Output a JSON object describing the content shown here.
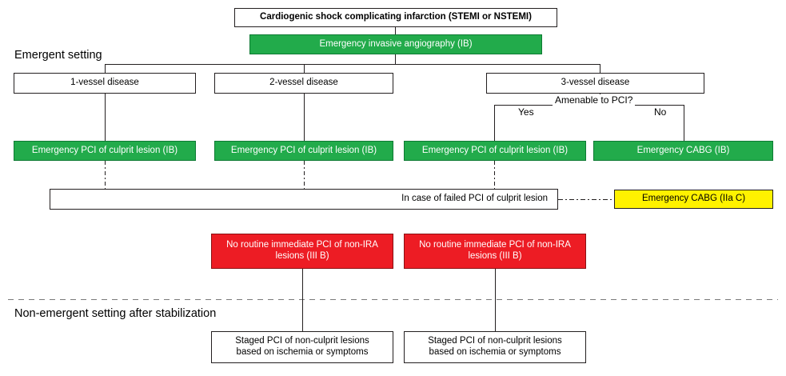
{
  "diagram": {
    "title": "Cardiogenic shock complicating infarction (STEMI or NSTEMI)",
    "root_action": "Emergency invasive angiography (IB)",
    "sections": {
      "emergent": "Emergent setting",
      "non_emergent": "Non-emergent setting after stabilization"
    },
    "vessel_nodes": [
      {
        "label": "1-vessel disease"
      },
      {
        "label": "2-vessel disease"
      },
      {
        "label": "3-vessel disease"
      }
    ],
    "decision": {
      "question": "Amenable to PCI?",
      "yes_label": "Yes",
      "no_label": "No"
    },
    "treatments": [
      {
        "label": "Emergency PCI of culprit lesion (IB)",
        "class": "green"
      },
      {
        "label": "Emergency PCI of culprit lesion (IB)",
        "class": "green"
      },
      {
        "label": "Emergency PCI of culprit lesion (IB)",
        "class": "green"
      },
      {
        "label": "Emergency CABG (IB)",
        "class": "green"
      }
    ],
    "failed_pci": {
      "label": "In case of failed PCI of culprit lesion",
      "fallback": "Emergency CABG (IIa C)"
    },
    "non_ira": [
      {
        "line1": "No routine immediate PCI of non-IRA",
        "line2": "lesions (III B)"
      },
      {
        "line1": "No routine immediate PCI of non-IRA",
        "line2": "lesions (III B)"
      }
    ],
    "staged": [
      {
        "line1": "Staged PCI of non-culprit lesions",
        "line2": "based on ischemia or symptoms"
      },
      {
        "line1": "Staged PCI of non-culprit lesions",
        "line2": "based on ischemia or symptoms"
      }
    ],
    "colors": {
      "green": "#22AB4B",
      "red": "#ED1C24",
      "yellow": "#FFF200",
      "outline": "#231f20"
    }
  }
}
